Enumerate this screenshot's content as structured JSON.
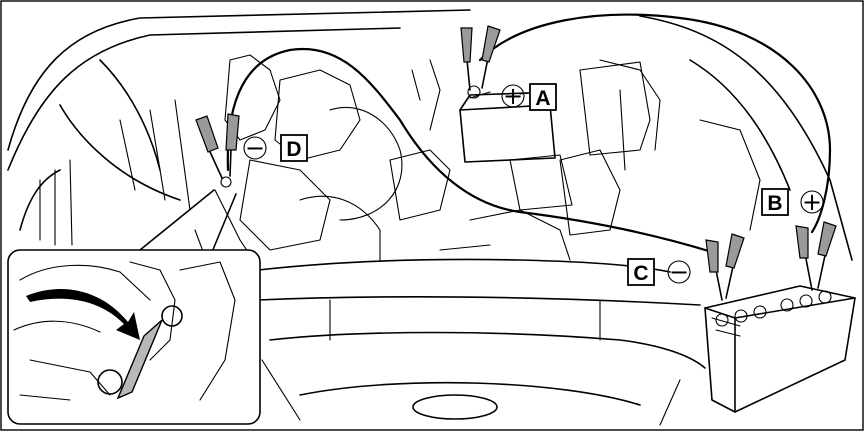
{
  "figure": {
    "alt": "",
    "labels": {
      "a": {
        "letter": "A",
        "polarity": "+"
      },
      "b": {
        "letter": "B",
        "polarity": "+"
      },
      "c": {
        "letter": "C",
        "polarity": "−"
      },
      "d": {
        "letter": "D",
        "polarity": "−"
      }
    },
    "colors": {
      "stroke": "#000000",
      "fill": "#ffffff",
      "clamp_fill": "#9a9a9a",
      "ground_bolt": "#b8b8b8"
    }
  }
}
